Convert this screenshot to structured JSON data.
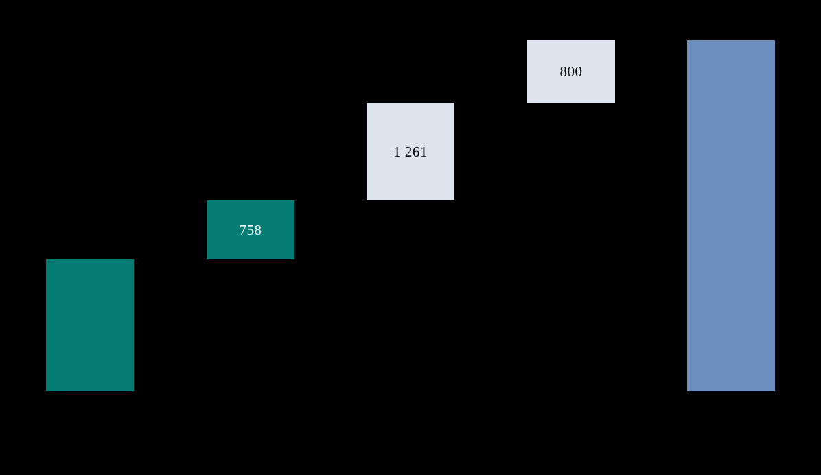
{
  "page": {
    "background_color": "#000000",
    "title": ""
  },
  "chart_data": {
    "type": "bar",
    "subtype": "waterfall",
    "title": "",
    "xlabel": "",
    "ylabel": "",
    "categories": [
      "",
      "",
      "",
      "",
      ""
    ],
    "axes_visible": false,
    "gridlines": false,
    "legend": false,
    "background": "#000000",
    "ylim": [
      0,
      5100
    ],
    "colors": {
      "increment_teal": "#077c74",
      "increment_light": "#dee4ee",
      "total_blue": "#6c8fc0",
      "label_on_dark": "#ffffff",
      "label_on_light": "#000000"
    },
    "bars": [
      {
        "role": "increment",
        "value": 1700,
        "value_estimated": true,
        "label": "",
        "color": "#077c74",
        "label_color": "#ffffff"
      },
      {
        "role": "increment",
        "value": 758,
        "value_estimated": false,
        "label": "758",
        "color": "#077c74",
        "label_color": "#ffffff"
      },
      {
        "role": "increment",
        "value": 1261,
        "value_estimated": false,
        "label": "1 261",
        "color": "#dee4ee",
        "label_color": "#000000"
      },
      {
        "role": "increment",
        "value": 800,
        "value_estimated": false,
        "label": "800",
        "color": "#dee4ee",
        "label_color": "#000000"
      },
      {
        "role": "total",
        "value": 4519,
        "value_estimated": true,
        "label": "",
        "color": "#6c8fc0",
        "label_color": "#000000"
      }
    ]
  }
}
